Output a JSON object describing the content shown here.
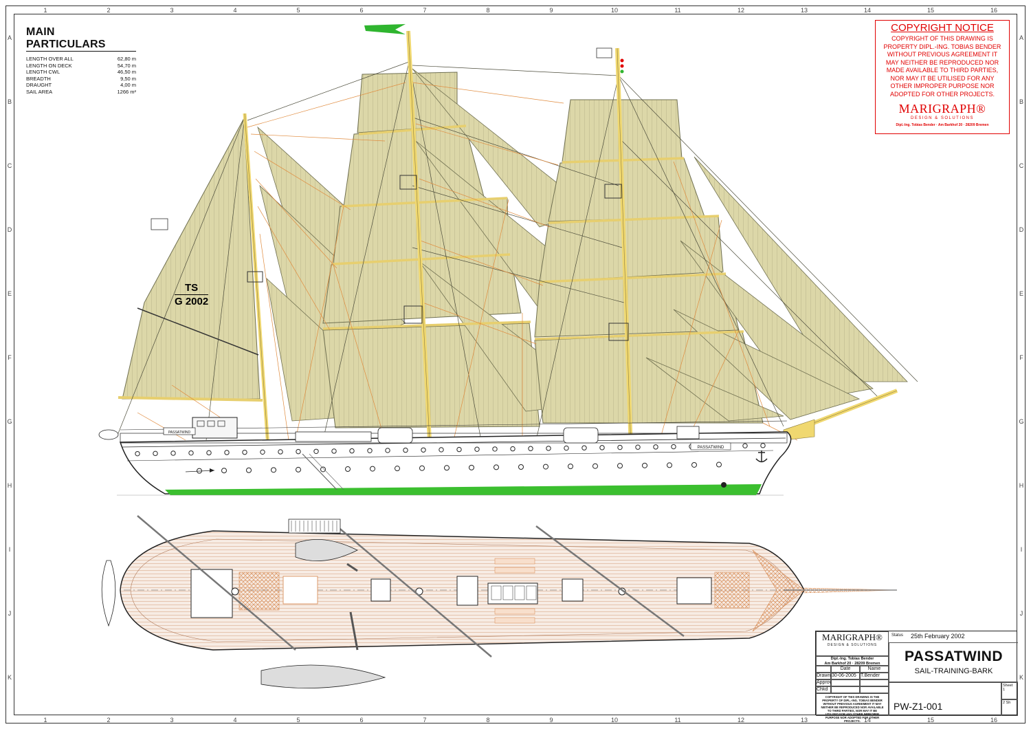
{
  "columns": [
    "1",
    "2",
    "3",
    "4",
    "5",
    "6",
    "7",
    "8",
    "9",
    "10",
    "11",
    "12",
    "13",
    "14",
    "15",
    "16"
  ],
  "rows": [
    "A",
    "B",
    "C",
    "D",
    "E",
    "F",
    "G",
    "H",
    "I",
    "J",
    "K"
  ],
  "particulars": {
    "title": "MAIN PARTICULARS",
    "items": [
      {
        "label": "LENGTH OVER ALL",
        "value": "62,80 m"
      },
      {
        "label": "LENGTH ON DECK",
        "value": "54,70 m"
      },
      {
        "label": "LENGTH CWL",
        "value": "46,50 m"
      },
      {
        "label": "BREADTH",
        "value": "9,50 m"
      },
      {
        "label": "DRAUGHT",
        "value": "4,00 m"
      },
      {
        "label": "SAIL AREA",
        "value": "1266 m²"
      }
    ]
  },
  "copyright": {
    "title": "COPYRIGHT NOTICE",
    "lines": [
      "COPYRIGHT OF THIS DRAWING IS",
      "PROPERTY DIPL.-ING. TOBIAS BENDER",
      "WITHOUT PREVIOUS AGREEMENT IT",
      "MAY NEITHER BE REPRODUCED NOR",
      "MADE AVAILABLE TO THIRD PARTIES,",
      "NOR MAY IT BE UTILISED FOR ANY",
      "OTHER IMPROPER PURPOSE NOR",
      "ADOPTED FOR OTHER PROJECTS."
    ],
    "logo": "MARIGRAPH®",
    "logo_sub": "DESIGN & SOLUTIONS",
    "address": "Dipl.-Ing. Tobias Bender · Am Barkhof 20 · 28209 Bremen"
  },
  "sail_mark": {
    "line1": "TS",
    "line2": "G 2002"
  },
  "hull_name": "PASSATWIND",
  "title_block": {
    "logo": "MARIGRAPH®",
    "logo_sub": "DESIGN & SOLUTIONS",
    "address_1": "Dipl.-Ing. Tobias Bender",
    "address_2": "Am Barkhof 20 · 28209 Bremen",
    "date_header": "Date",
    "name_header": "Name",
    "drawn_label": "Drawn",
    "drawn_date": "30-06-2005",
    "drawn_name": "T.Bender",
    "approv_label": "Approv",
    "chkd_label": "Chkd",
    "status_label": "Status",
    "status_date": "25th February 2002",
    "ship_name": "PASSATWIND",
    "ship_type": "SAIL-TRAINING-BARK",
    "notice": "COPYRIGHT OF THIS DRAWING IS THE PROPERTY OF DIPL.-ING. TOBIAS BENDER WITHOUT PREVIOUS AGREEMENT IT MAY NEITHER BE REPRODUCED NOR AVAILABLE TO THIRD PARTIES, NOR MAY IT BE UTILISED FOR ANY OTHER IMPROPER PURPOSE NOR ADOPTED FOR OTHER PROJECTS.",
    "drawing_no": "PW-Z1-001",
    "sheet_label": "Sheet",
    "sheet_no": "1",
    "sheets_total": "2",
    "sheets_label": "Sh"
  },
  "colors": {
    "sail": "#dcd7a8",
    "sail_stroke": "#7a7a5a",
    "mast": "#f2de86",
    "rigging_orange": "#e08a3c",
    "waterline": "#3bbf2f",
    "flag": "#2fb52f",
    "deck_plank": "#e9c2aa",
    "copyright_red": "#e10000"
  }
}
